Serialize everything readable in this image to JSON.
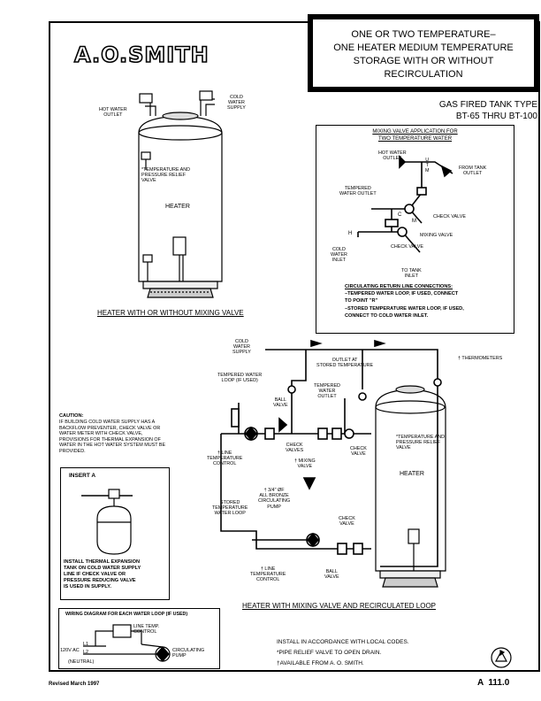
{
  "brand": {
    "name": "A.O.SMITH"
  },
  "title": {
    "lines": [
      "ONE OR TWO TEMPERATURE–",
      "ONE HEATER MEDIUM TEMPERATURE",
      "STORAGE WITH OR WITHOUT",
      "RECIRCULATION"
    ]
  },
  "gas_type": {
    "line1": "GAS FIRED TANK TYPE",
    "line2": "BT-65 THRU BT-100"
  },
  "diagram1": {
    "caption": "HEATER WITH OR WITHOUT MIXING VALVE",
    "hot_water_outlet": "HOT WATER\nOUTLET",
    "cold_water_supply": "COLD\nWATER\nSUPPLY",
    "tp_valve": "*TEMPERATURE AND\nPRESSURE RELIEF\nVALVE",
    "heater": "HEATER"
  },
  "mixing": {
    "title_line1": "MIXING VALVE APPLICATION FOR",
    "title_line2": "TWO TEMPERATURE WATER",
    "hot_water_outlet": "HOT WATER\nOUTLET",
    "from_tank_outlet": "FROM TANK\nOUTLET",
    "tempered_water_outlet": "TEMPERED\nWATER OUTLET",
    "check_valve_1": "CHECK VALVE",
    "mixing_valve": "MIXING VALVE",
    "check_valve_2": "CHECK VALVE",
    "cold_water_inlet": "COLD\nWATER\nINLET",
    "to_tank_inlet": "TO TANK\nINLET",
    "marker_h": "H",
    "marker_c": "C",
    "marker_m": "M",
    "marker_ut": "U\nT\nM",
    "recirc_title": "CIRCULATING RETURN LINE CONNECTIONS:",
    "recirc_1a": "–TEMPERED WATER LOOP, IF USED, CONNECT",
    "recirc_1b": "TO POINT \"R\"",
    "recirc_2a": "–STORED TEMPERATURE WATER LOOP, IF USED,",
    "recirc_2b": "CONNECT TO COLD WATER INLET."
  },
  "diagram2": {
    "caption": "HEATER WITH MIXING VALVE AND RECIRCULATED LOOP",
    "cold_water_supply": "COLD\nWATER\nSUPPLY",
    "outlet_stored": "OUTLET AT\nSTORED TEMPERATURE",
    "thermometers": "† THERMOMETERS",
    "tempered_loop": "TEMPERED WATER\nLOOP (IF USED)",
    "ball_valve_1": "BALL\nVALVE",
    "tempered_outlet": "TEMPERED\nWATER\nOUTLET",
    "tp_valve": "*TEMPERATURE AND\nPRESSURE RELIEF\nVALVE",
    "line_temp_control_1": "† LINE\nTEMPERATURE\nCONTROL",
    "check_valves": "CHECK\nVALVES",
    "mixing_valve": "† MIXING\nVALVE",
    "check_valve_1": "CHECK\nVALVE",
    "heater": "HEATER",
    "pump": "† 3/4\" ØF\nALL BRONZE\nCIRCULATING\nPUMP",
    "stored_loop": "STORED\nTEMPERATURE\nWATER LOOP",
    "check_valve_2": "CHECK\nVALVE",
    "line_temp_control_2": "† LINE\nTEMPERATURE\nCONTROL",
    "ball_valve_2": "BALL\nVALVE"
  },
  "caution": {
    "title": "CAUTION:",
    "text": "IF BUILDING COLD WATER SUPPLY HAS A BACKFLOW PREVENTER, CHECK VALVE OR WATER METER WITH CHECK VALVE, PROVISIONS FOR THERMAL EXPANSION OF WATER IN THE HOT WATER SYSTEM MUST BE PROVIDED."
  },
  "insert": {
    "title": "INSERT A",
    "text_lines": [
      "INSTALL THERMAL EXPANSION",
      "TANK ON COLD WATER SUPPLY",
      "LINE IF CHECK VALVE OR",
      "PRESSURE REDUCING VALVE",
      "IS USED IN SUPPLY."
    ]
  },
  "wiring": {
    "title": "WIRING DIAGRAM FOR EACH WATER LOOP (IF USED)",
    "line_temp_control": "LINE TEMP.\nCONTROL",
    "voltage": "120V AC",
    "l1": "L1",
    "l2": "L2",
    "neutral": "(NEUTRAL)",
    "pump": "CIRCULATING\nPUMP"
  },
  "notes": {
    "line1": "INSTALL IN ACCORDANCE WITH LOCAL CODES.",
    "line2": "*PIPE RELIEF VALVE TO OPEN DRAIN.",
    "line3": "†AVAILABLE FROM A. O. SMITH."
  },
  "footer": {
    "revised": "Revised March 1997",
    "page_code": "A  111.0",
    "recycle_icon": "recycle-icon"
  }
}
